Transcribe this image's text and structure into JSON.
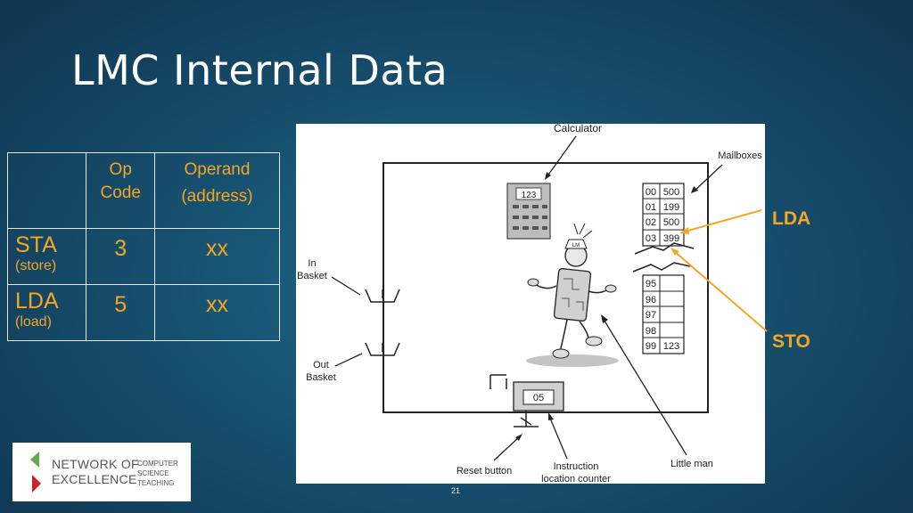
{
  "slide": {
    "title": "LMC Internal Data",
    "page_number": "21"
  },
  "table": {
    "header": {
      "opcode_line1": "Op",
      "opcode_line2": "Code",
      "operand_line1": "Operand",
      "operand_line2": "(address)"
    },
    "rows": [
      {
        "mnemonic": "STA",
        "desc": "(store)",
        "opcode": "3",
        "operand": "xx"
      },
      {
        "mnemonic": "LDA",
        "desc": "(load)",
        "opcode": "5",
        "operand": "xx"
      }
    ]
  },
  "diagram": {
    "labels": {
      "calculator": "Calculator",
      "mailboxes": "Mailboxes",
      "in_basket_1": "In",
      "in_basket_2": "Basket",
      "out_basket_1": "Out",
      "out_basket_2": "Basket",
      "reset_button": "Reset button",
      "counter_1": "Instruction",
      "counter_2": "location counter",
      "little_man": "Little man",
      "calc_display": "123",
      "counter_display": "05",
      "robot_cap": "LM"
    },
    "mailboxes_top": [
      {
        "addr": "00",
        "val": "500"
      },
      {
        "addr": "01",
        "val": "199"
      },
      {
        "addr": "02",
        "val": "500"
      },
      {
        "addr": "03",
        "val": "399"
      }
    ],
    "mailboxes_bottom": [
      {
        "addr": "95",
        "val": ""
      },
      {
        "addr": "96",
        "val": ""
      },
      {
        "addr": "97",
        "val": ""
      },
      {
        "addr": "98",
        "val": ""
      },
      {
        "addr": "99",
        "val": "123"
      }
    ]
  },
  "annotations": {
    "lda": "LDA",
    "sto": "STO"
  },
  "logo": {
    "line1": "NETWORK OF",
    "line2": "EXCELLENCE",
    "side1": "COMPUTER",
    "side2": "SCIENCE",
    "side3": "TEACHING",
    "colors": {
      "green": "#6aa84f",
      "red": "#cc2229",
      "text": "#555555"
    }
  },
  "colors": {
    "accent": "#f5a623",
    "title": "#ffffff"
  }
}
